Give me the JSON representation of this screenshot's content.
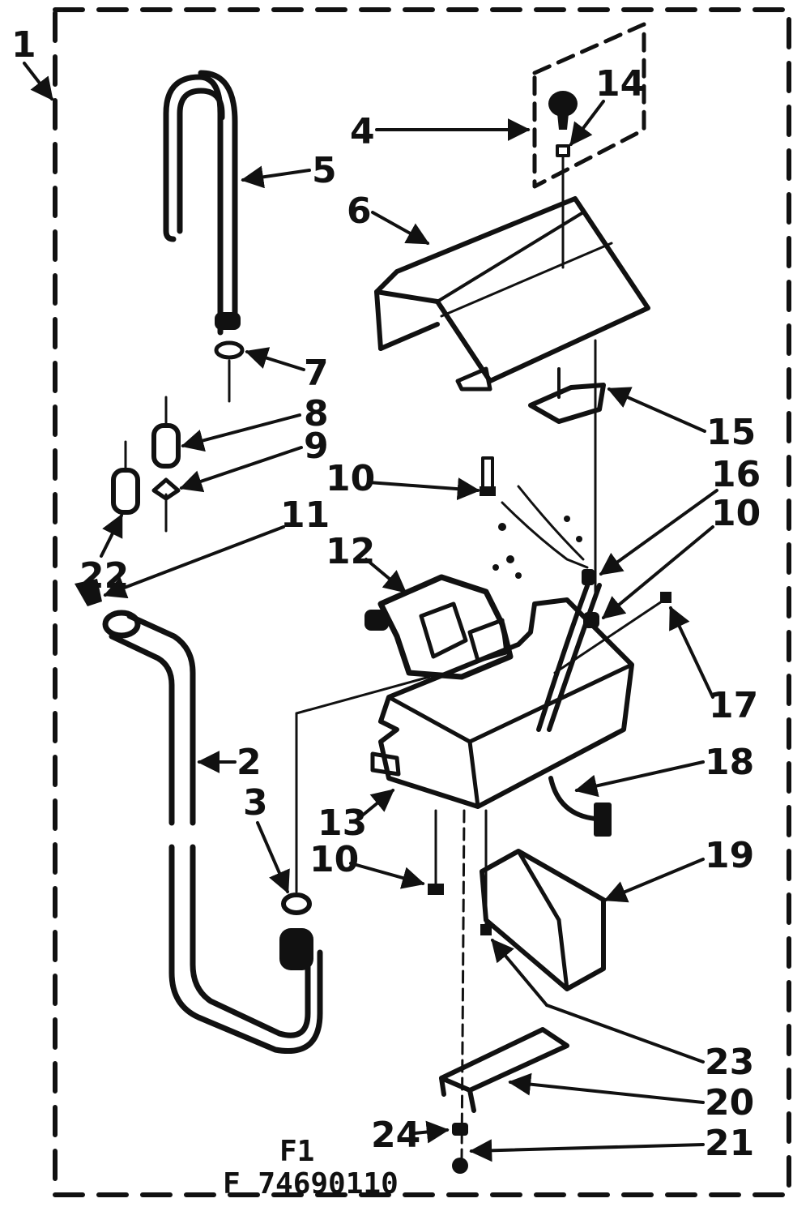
{
  "figure_label": "F1",
  "figure_number": "F 74690110",
  "assembly_label": "1",
  "callouts": [
    {
      "id": "c2",
      "label": "2"
    },
    {
      "id": "c3",
      "label": "3"
    },
    {
      "id": "c4",
      "label": "4"
    },
    {
      "id": "c5",
      "label": "5"
    },
    {
      "id": "c6",
      "label": "6"
    },
    {
      "id": "c7",
      "label": "7"
    },
    {
      "id": "c8",
      "label": "8"
    },
    {
      "id": "c9",
      "label": "9"
    },
    {
      "id": "c10a",
      "label": "10"
    },
    {
      "id": "c10b",
      "label": "10"
    },
    {
      "id": "c10c",
      "label": "10"
    },
    {
      "id": "c11",
      "label": "11"
    },
    {
      "id": "c12",
      "label": "12"
    },
    {
      "id": "c13",
      "label": "13"
    },
    {
      "id": "c14",
      "label": "14"
    },
    {
      "id": "c15",
      "label": "15"
    },
    {
      "id": "c16",
      "label": "16"
    },
    {
      "id": "c17",
      "label": "17"
    },
    {
      "id": "c18",
      "label": "18"
    },
    {
      "id": "c19",
      "label": "19"
    },
    {
      "id": "c20",
      "label": "20"
    },
    {
      "id": "c21",
      "label": "21"
    },
    {
      "id": "c22",
      "label": "22"
    },
    {
      "id": "c23",
      "label": "23"
    },
    {
      "id": "c24",
      "label": "24"
    }
  ]
}
